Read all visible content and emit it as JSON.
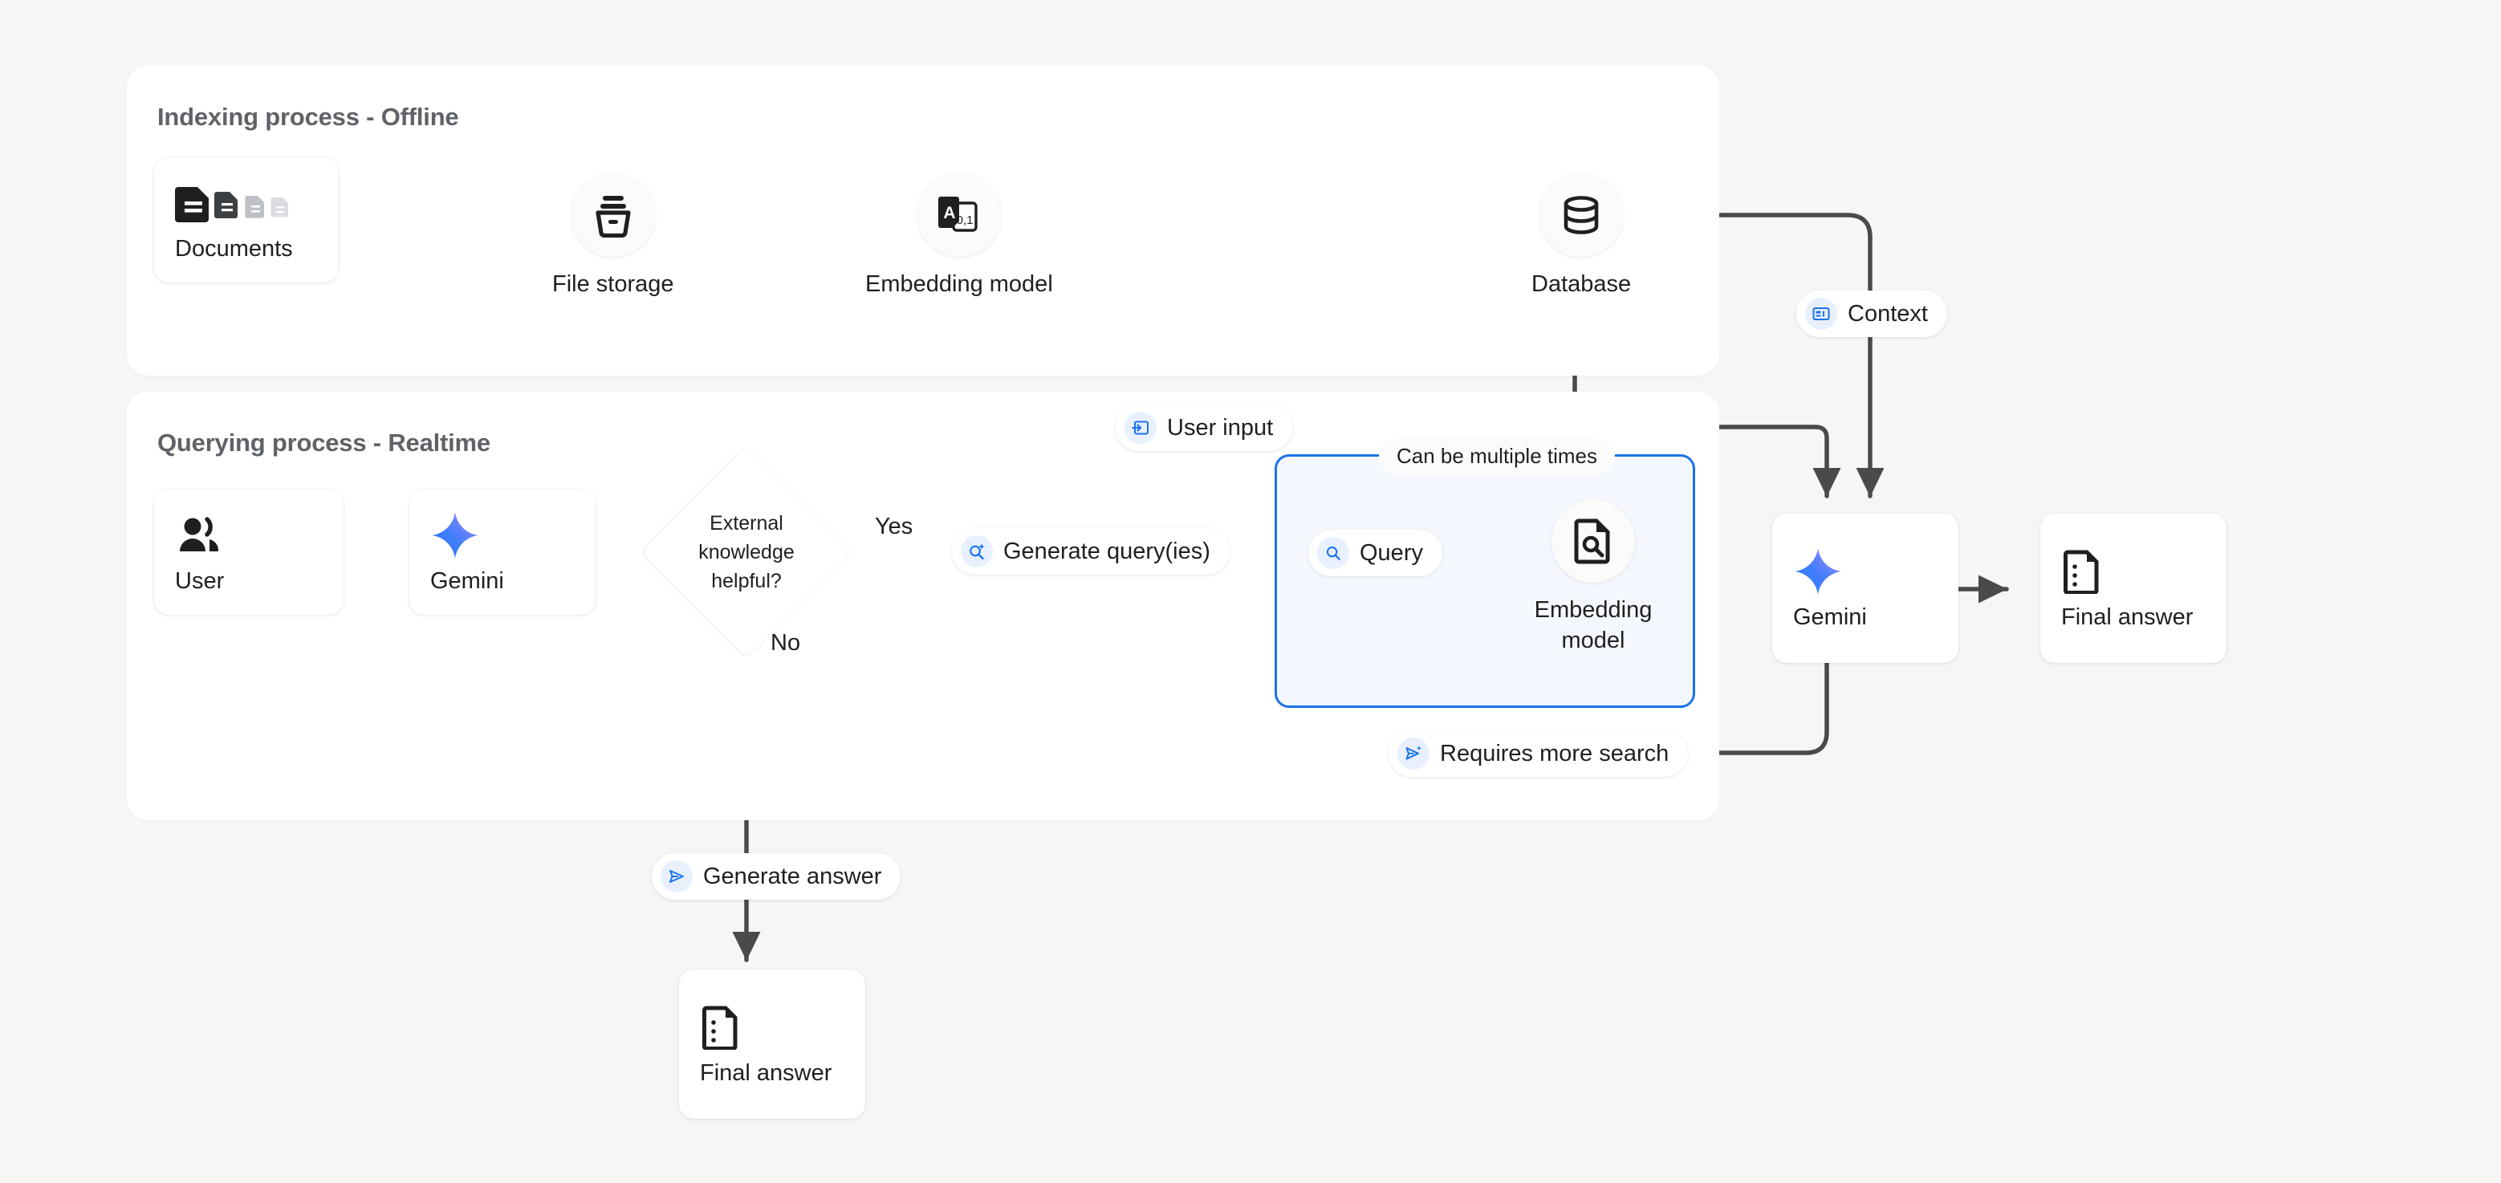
{
  "colors": {
    "background": "#f7f6f4",
    "panel": "#ffffff",
    "wire": "#4a4a4a",
    "loop_blue": "#1a73e8",
    "loop_fill": "#f4f8fe",
    "pill_icon_bg": "#e8f0fe",
    "gemini_from": "#4e8cff",
    "gemini_to": "#9a7bff",
    "title_text": "#5f6368",
    "body_text": "#1f1f1f"
  },
  "panels": {
    "indexing": {
      "title": "Indexing process - Offline"
    },
    "querying": {
      "title": "Querying process - Realtime"
    }
  },
  "indexing": {
    "documents": {
      "label": "Documents",
      "icon": "documents-icon"
    },
    "file_storage": {
      "label": "File storage",
      "icon": "file-storage-icon"
    },
    "embedding_model": {
      "label": "Embedding model",
      "icon": "embedding-model-icon"
    },
    "database": {
      "label": "Database",
      "icon": "database-icon"
    }
  },
  "querying": {
    "user": {
      "label": "User",
      "icon": "user-group-icon"
    },
    "gemini_left": {
      "label": "Gemini",
      "icon": "gemini-star-icon"
    },
    "decision": {
      "label": "External knowledge helpful?"
    },
    "yes_label": "Yes",
    "no_label": "No",
    "generate_queries_pill": {
      "label": "Generate query(ies)",
      "icon": "search-sparkle-icon"
    },
    "user_input_pill": {
      "label": "User input",
      "icon": "login-arrow-icon"
    },
    "loop_note": "Can be multiple times",
    "query_pill": {
      "label": "Query",
      "icon": "search-icon"
    },
    "loop_embedding_model": {
      "label": "Embedding model",
      "icon": "document-search-icon"
    },
    "requires_more_search_pill": {
      "label": "Requires more search",
      "icon": "send-sparkle-icon"
    },
    "context_pill": {
      "label": "Context",
      "icon": "article-card-icon"
    },
    "gemini_right": {
      "label": "Gemini",
      "icon": "gemini-star-icon"
    },
    "final_answer_right": {
      "label": "Final answer",
      "icon": "answer-doc-icon"
    },
    "generate_answer_pill": {
      "label": "Generate answer",
      "icon": "send-icon"
    },
    "final_answer_bottom": {
      "label": "Final answer",
      "icon": "answer-doc-icon"
    }
  }
}
